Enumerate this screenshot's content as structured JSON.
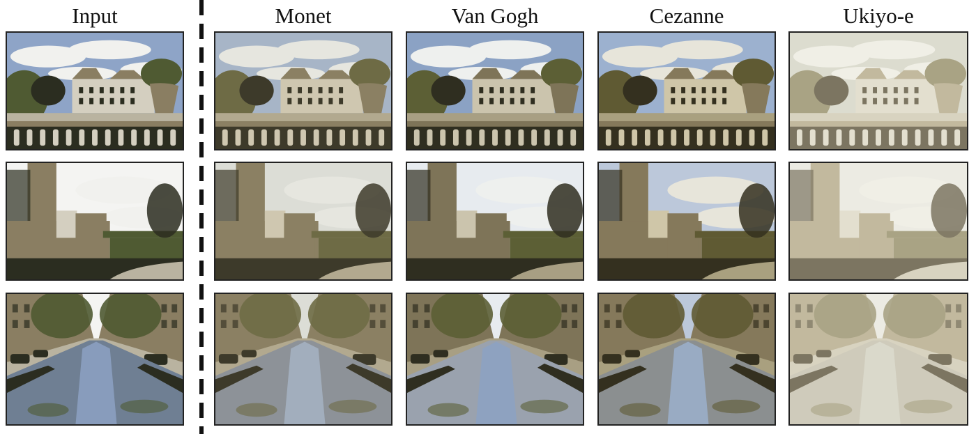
{
  "figure": {
    "columns": [
      {
        "key": "input",
        "label": "Input"
      },
      {
        "key": "monet",
        "label": "Monet"
      },
      {
        "key": "vangogh",
        "label": "Van Gogh"
      },
      {
        "key": "cezanne",
        "label": "Cezanne"
      },
      {
        "key": "ukiyoe",
        "label": "Ukiyo-e"
      }
    ],
    "rows": [
      {
        "key": "palace-garden"
      },
      {
        "key": "stone-ruins"
      },
      {
        "key": "canal-street"
      }
    ],
    "styles": {
      "input": {
        "sky": "#8ea4c7",
        "cloud": "#f1f1ee",
        "build": "#d4cfc0",
        "dark": "#2b2d20",
        "tree": "#4f5a32",
        "ground": "#b9b3a0",
        "stone": "#8a7e62",
        "water": "#6f7f93",
        "pale": "#f4f4f2"
      },
      "monet": {
        "sky": "#a7b5c7",
        "cloud": "#e6e6df",
        "build": "#cfc7b0",
        "dark": "#3d3a2a",
        "tree": "#6e6b45",
        "ground": "#b2a98f",
        "stone": "#8b8063",
        "water": "#8d9298",
        "pale": "#dcddd6"
      },
      "vangogh": {
        "sky": "#8ba2c4",
        "cloud": "#eef0ee",
        "build": "#cbc4ad",
        "dark": "#2f2e20",
        "tree": "#5c5f35",
        "ground": "#a89f83",
        "stone": "#7e7458",
        "water": "#9aa2ae",
        "pale": "#e7ebef"
      },
      "cezanne": {
        "sky": "#9cb1cf",
        "cloud": "#e7e5da",
        "build": "#cfc6a8",
        "dark": "#34301f",
        "tree": "#5f5a33",
        "ground": "#a9a07f",
        "stone": "#85795b",
        "water": "#8b8f90",
        "pale": "#bcc8da"
      },
      "ukiyoe": {
        "sky": "#dcdccf",
        "cloud": "#f0efe6",
        "build": "#e3dfcf",
        "dark": "#7c7561",
        "tree": "#a9a384",
        "ground": "#d8d3c0",
        "stone": "#c2b99e",
        "water": "#cfcbbb",
        "pale": "#ecebe3"
      }
    }
  }
}
